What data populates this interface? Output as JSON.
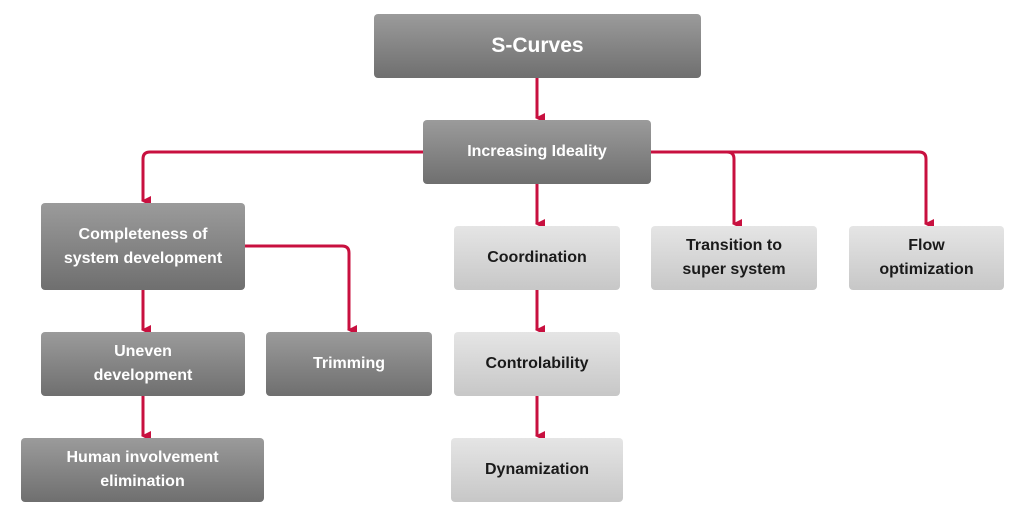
{
  "diagram": {
    "colors": {
      "connector": "#c8103f"
    },
    "nodes": {
      "s_curves": {
        "label": "S-Curves"
      },
      "increasing_ideality": {
        "label": "Increasing Ideality"
      },
      "completeness": {
        "label": "Completeness of system development"
      },
      "uneven_development": {
        "label": "Uneven development"
      },
      "human_involvement": {
        "label": "Human involvement elimination"
      },
      "trimming": {
        "label": "Trimming"
      },
      "coordination": {
        "label": "Coordination"
      },
      "controlability": {
        "label": "Controlability"
      },
      "dynamization": {
        "label": "Dynamization"
      },
      "transition": {
        "label": "Transition to super system"
      },
      "flow_optimization": {
        "label": "Flow optimization"
      }
    }
  }
}
